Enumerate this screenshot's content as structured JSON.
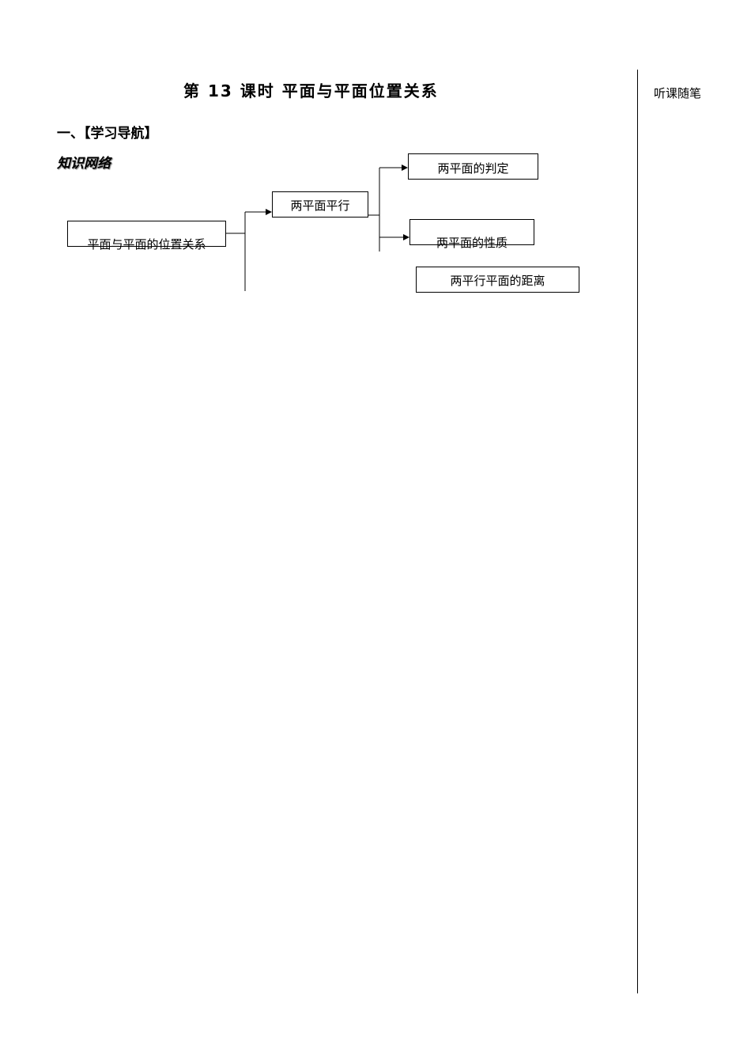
{
  "header": {
    "title": "第 13 课时  平面与平面位置关系",
    "section_heading": "一、【学习导航】",
    "subheading": "知识网络"
  },
  "sidebar": {
    "label": "听课随笔"
  },
  "diagram": {
    "root": "平面与平面的位置关系",
    "parallel": "两平面平行",
    "judgement": "两平面的判定",
    "properties": "两平面的性质",
    "distance": "两平行平面的距离"
  }
}
